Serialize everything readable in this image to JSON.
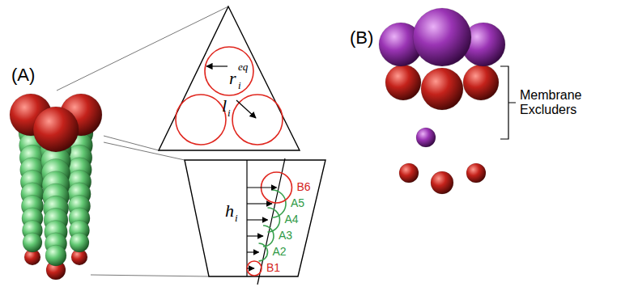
{
  "diagram": {
    "labels": [
      "(A)",
      "r",
      "eq",
      "i",
      "l",
      "i",
      "h",
      "i",
      "B6",
      "A5",
      "A4",
      "A3",
      "A2",
      "B1",
      "(B)",
      "Membrane Excluders"
    ]
  }
}
